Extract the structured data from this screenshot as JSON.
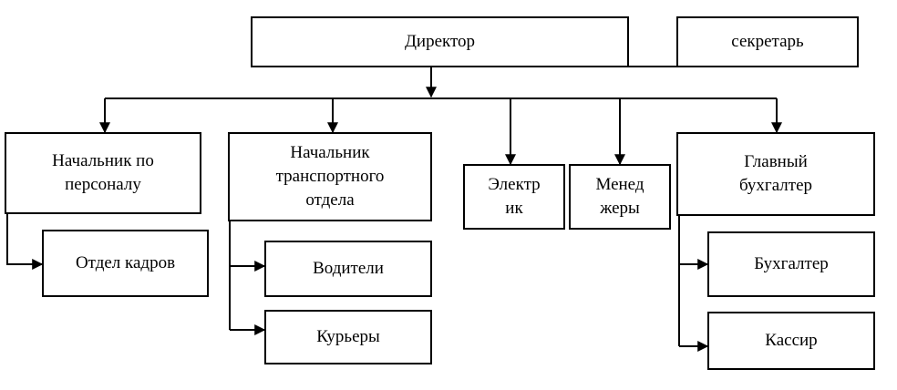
{
  "org_chart": {
    "director": "Директор",
    "secretary": "секретарь",
    "hr_head": "Начальник по\nперсоналу",
    "hr_department": "Отдел кадров",
    "transport_head": "Начальник\nтранспортного\nотдела",
    "drivers": "Водители",
    "couriers": "Курьеры",
    "electrician": "Электр\nик",
    "managers": "Менед\nжеры",
    "chief_accountant": "Главный\nбухгалтер",
    "accountant": "Бухгалтер",
    "cashier": "Кассир"
  },
  "colors": {
    "line": "#000000",
    "box_border": "#000000",
    "background": "#ffffff"
  }
}
